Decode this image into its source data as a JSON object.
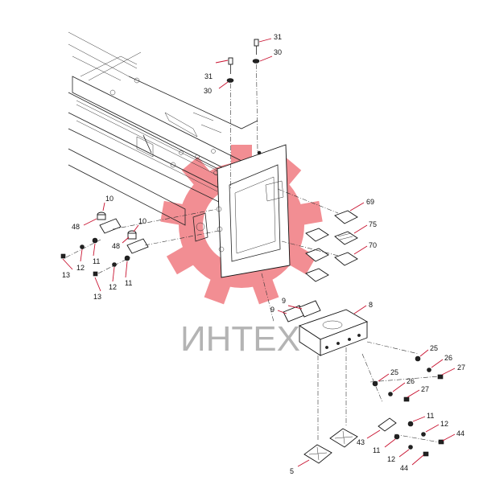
{
  "watermark": {
    "text": "ИНТЕХ",
    "logo_color": "#e8323c",
    "text_color": "#9c9c9c"
  },
  "accent": "#c8102e",
  "labels": [
    {
      "id": "31a",
      "text": "31"
    },
    {
      "id": "30a",
      "text": "30"
    },
    {
      "id": "31b",
      "text": "31"
    },
    {
      "id": "30b",
      "text": "30"
    },
    {
      "id": "10a",
      "text": "10"
    },
    {
      "id": "48a",
      "text": "48"
    },
    {
      "id": "13a",
      "text": "13"
    },
    {
      "id": "12a",
      "text": "12"
    },
    {
      "id": "11a",
      "text": "11"
    },
    {
      "id": "10b",
      "text": "10"
    },
    {
      "id": "48b",
      "text": "48"
    },
    {
      "id": "13b",
      "text": "13"
    },
    {
      "id": "12b",
      "text": "12"
    },
    {
      "id": "11b",
      "text": "11"
    },
    {
      "id": "69",
      "text": "69"
    },
    {
      "id": "75",
      "text": "75"
    },
    {
      "id": "70",
      "text": "70"
    },
    {
      "id": "9a",
      "text": "9"
    },
    {
      "id": "9b",
      "text": "9"
    },
    {
      "id": "8",
      "text": "8"
    },
    {
      "id": "25a",
      "text": "25"
    },
    {
      "id": "26a",
      "text": "26"
    },
    {
      "id": "27a",
      "text": "27"
    },
    {
      "id": "25b",
      "text": "25"
    },
    {
      "id": "26b",
      "text": "26"
    },
    {
      "id": "27b",
      "text": "27"
    },
    {
      "id": "11c",
      "text": "11"
    },
    {
      "id": "12c",
      "text": "12"
    },
    {
      "id": "44a",
      "text": "44"
    },
    {
      "id": "43",
      "text": "43"
    },
    {
      "id": "11d",
      "text": "11"
    },
    {
      "id": "12d",
      "text": "12"
    },
    {
      "id": "44b",
      "text": "44"
    },
    {
      "id": "5",
      "text": "5"
    }
  ]
}
